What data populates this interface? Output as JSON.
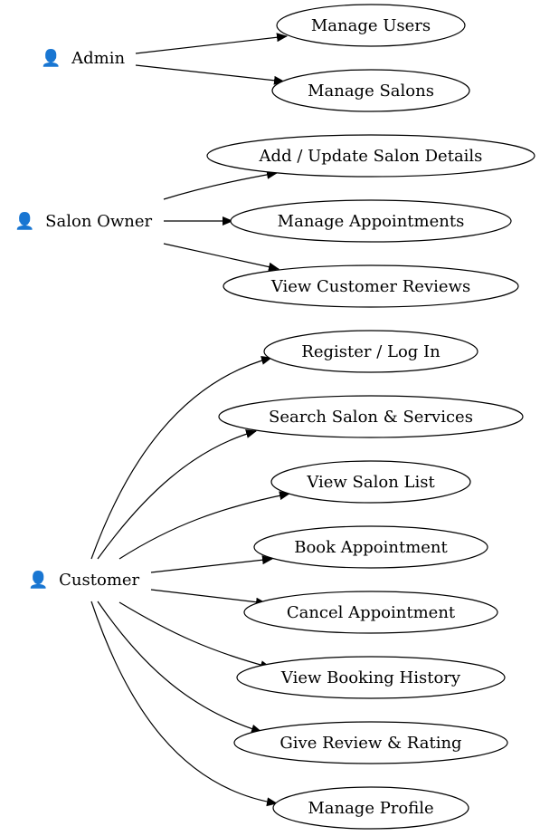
{
  "actors": [
    {
      "id": "admin",
      "glyph": "👤",
      "label": "Admin"
    },
    {
      "id": "owner",
      "glyph": "👤",
      "label": "Salon Owner"
    },
    {
      "id": "customer",
      "glyph": "👤",
      "label": "Customer"
    }
  ],
  "use_cases": [
    {
      "id": "uc1",
      "label": "Manage Users"
    },
    {
      "id": "uc2",
      "label": "Manage Salons"
    },
    {
      "id": "uc3",
      "label": "Add / Update Salon Details"
    },
    {
      "id": "uc4",
      "label": "Manage Appointments"
    },
    {
      "id": "uc5",
      "label": "View Customer Reviews"
    },
    {
      "id": "uc6",
      "label": "Register / Log In"
    },
    {
      "id": "uc7",
      "label": "Search Salon & Services"
    },
    {
      "id": "uc8",
      "label": "View Salon List"
    },
    {
      "id": "uc9",
      "label": "Book Appointment"
    },
    {
      "id": "uc10",
      "label": "Cancel Appointment"
    },
    {
      "id": "uc11",
      "label": "View Booking History"
    },
    {
      "id": "uc12",
      "label": "Give Review & Rating"
    },
    {
      "id": "uc13",
      "label": "Manage Profile"
    }
  ],
  "edges": [
    {
      "from": "admin",
      "to": "uc1"
    },
    {
      "from": "admin",
      "to": "uc2"
    },
    {
      "from": "owner",
      "to": "uc3"
    },
    {
      "from": "owner",
      "to": "uc4"
    },
    {
      "from": "owner",
      "to": "uc5"
    },
    {
      "from": "customer",
      "to": "uc6"
    },
    {
      "from": "customer",
      "to": "uc7"
    },
    {
      "from": "customer",
      "to": "uc8"
    },
    {
      "from": "customer",
      "to": "uc9"
    },
    {
      "from": "customer",
      "to": "uc10"
    },
    {
      "from": "customer",
      "to": "uc11"
    },
    {
      "from": "customer",
      "to": "uc12"
    },
    {
      "from": "customer",
      "to": "uc13"
    }
  ]
}
